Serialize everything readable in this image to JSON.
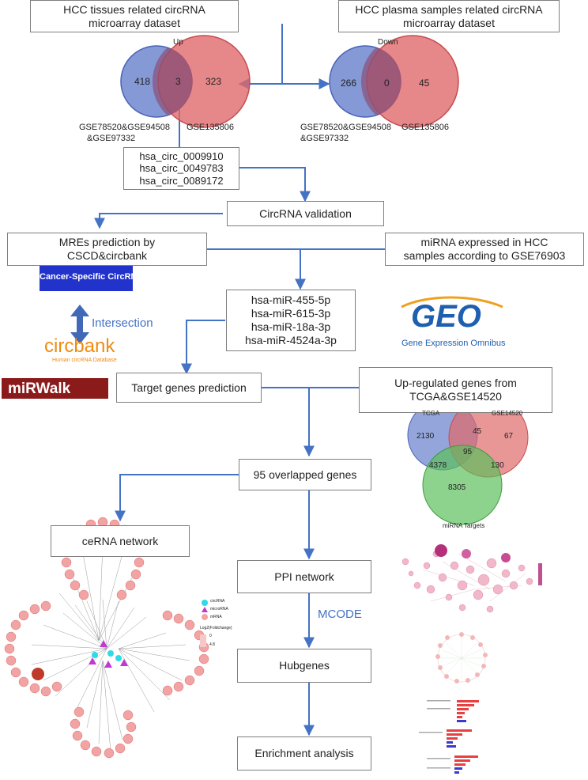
{
  "boxes": {
    "hcc_tissues": [
      "HCC tissues related  circRNA",
      "microarray dataset"
    ],
    "hcc_plasma": [
      "HCC plasma samples related circRNA",
      "microarray dataset"
    ],
    "circ_list": [
      "hsa_circ_0009910",
      "hsa_circ_0049783",
      "hsa_circ_0089172"
    ],
    "circ_validation": "CircRNA validation",
    "mres": [
      "MREs prediction by",
      "CSCD&circbank"
    ],
    "mirna_expressed": [
      "miRNA expressed in  HCC",
      "samples according to GSE76903"
    ],
    "mirna_list": [
      "hsa-miR-455-5p",
      "hsa-miR-615-3p",
      "hsa-miR-18a-3p",
      "hsa-miR-4524a-3p"
    ],
    "target_genes": "Target genes prediction",
    "upregulated": [
      "Up-regulated genes from",
      "TCGA&GSE14520"
    ],
    "overlapped": "95 overlapped genes",
    "cerna": "ceRNA network",
    "ppi": "PPI network",
    "hubgenes": "Hubgenes",
    "enrichment": "Enrichment analysis"
  },
  "venn_up": {
    "title": "Up",
    "left": "418",
    "center": "3",
    "right": "323",
    "left_label": [
      "GSE78520&GSE94508",
      "&GSE97332"
    ],
    "right_label": "GSE135806"
  },
  "venn_down": {
    "title": "Down",
    "left": "266",
    "center": "0",
    "right": "45",
    "left_label": [
      "GSE78520&GSE94508",
      "&GSE97332"
    ],
    "right_label": "GSE135806"
  },
  "venn3": {
    "label_a": "TCGA",
    "label_b": "GSE14520",
    "label_c": "miRNA Targets",
    "a_only": "2130",
    "ab": "45",
    "b_only": "67",
    "abc": "95",
    "ac": "4378",
    "bc": "130",
    "c_only": "8305"
  },
  "logos": {
    "cscd": "Cancer-Specific CircRNA",
    "intersection": "Intersection",
    "circbank": "circbank",
    "circbank_sub": "Human circRNA Database",
    "geo": "GEO",
    "geo_sub": "Gene Expression Omnibus",
    "mirwalk": "miRWalk"
  },
  "mcode": "MCODE",
  "network_legend": {
    "circ": "circRNA",
    "mirna": "microRNA",
    "mrna": "mRNA",
    "scale_title": "Log2(Foldchange)",
    "scale_min": "0",
    "scale_max": "4.8"
  },
  "colors": {
    "arrow": "#4472c4",
    "venn_blue": "#6f87cf",
    "venn_red": "#e0696b",
    "venn_green": "#5cbf5c",
    "node_pink": "#f2a3a3",
    "text_blue": "#4472c4"
  }
}
